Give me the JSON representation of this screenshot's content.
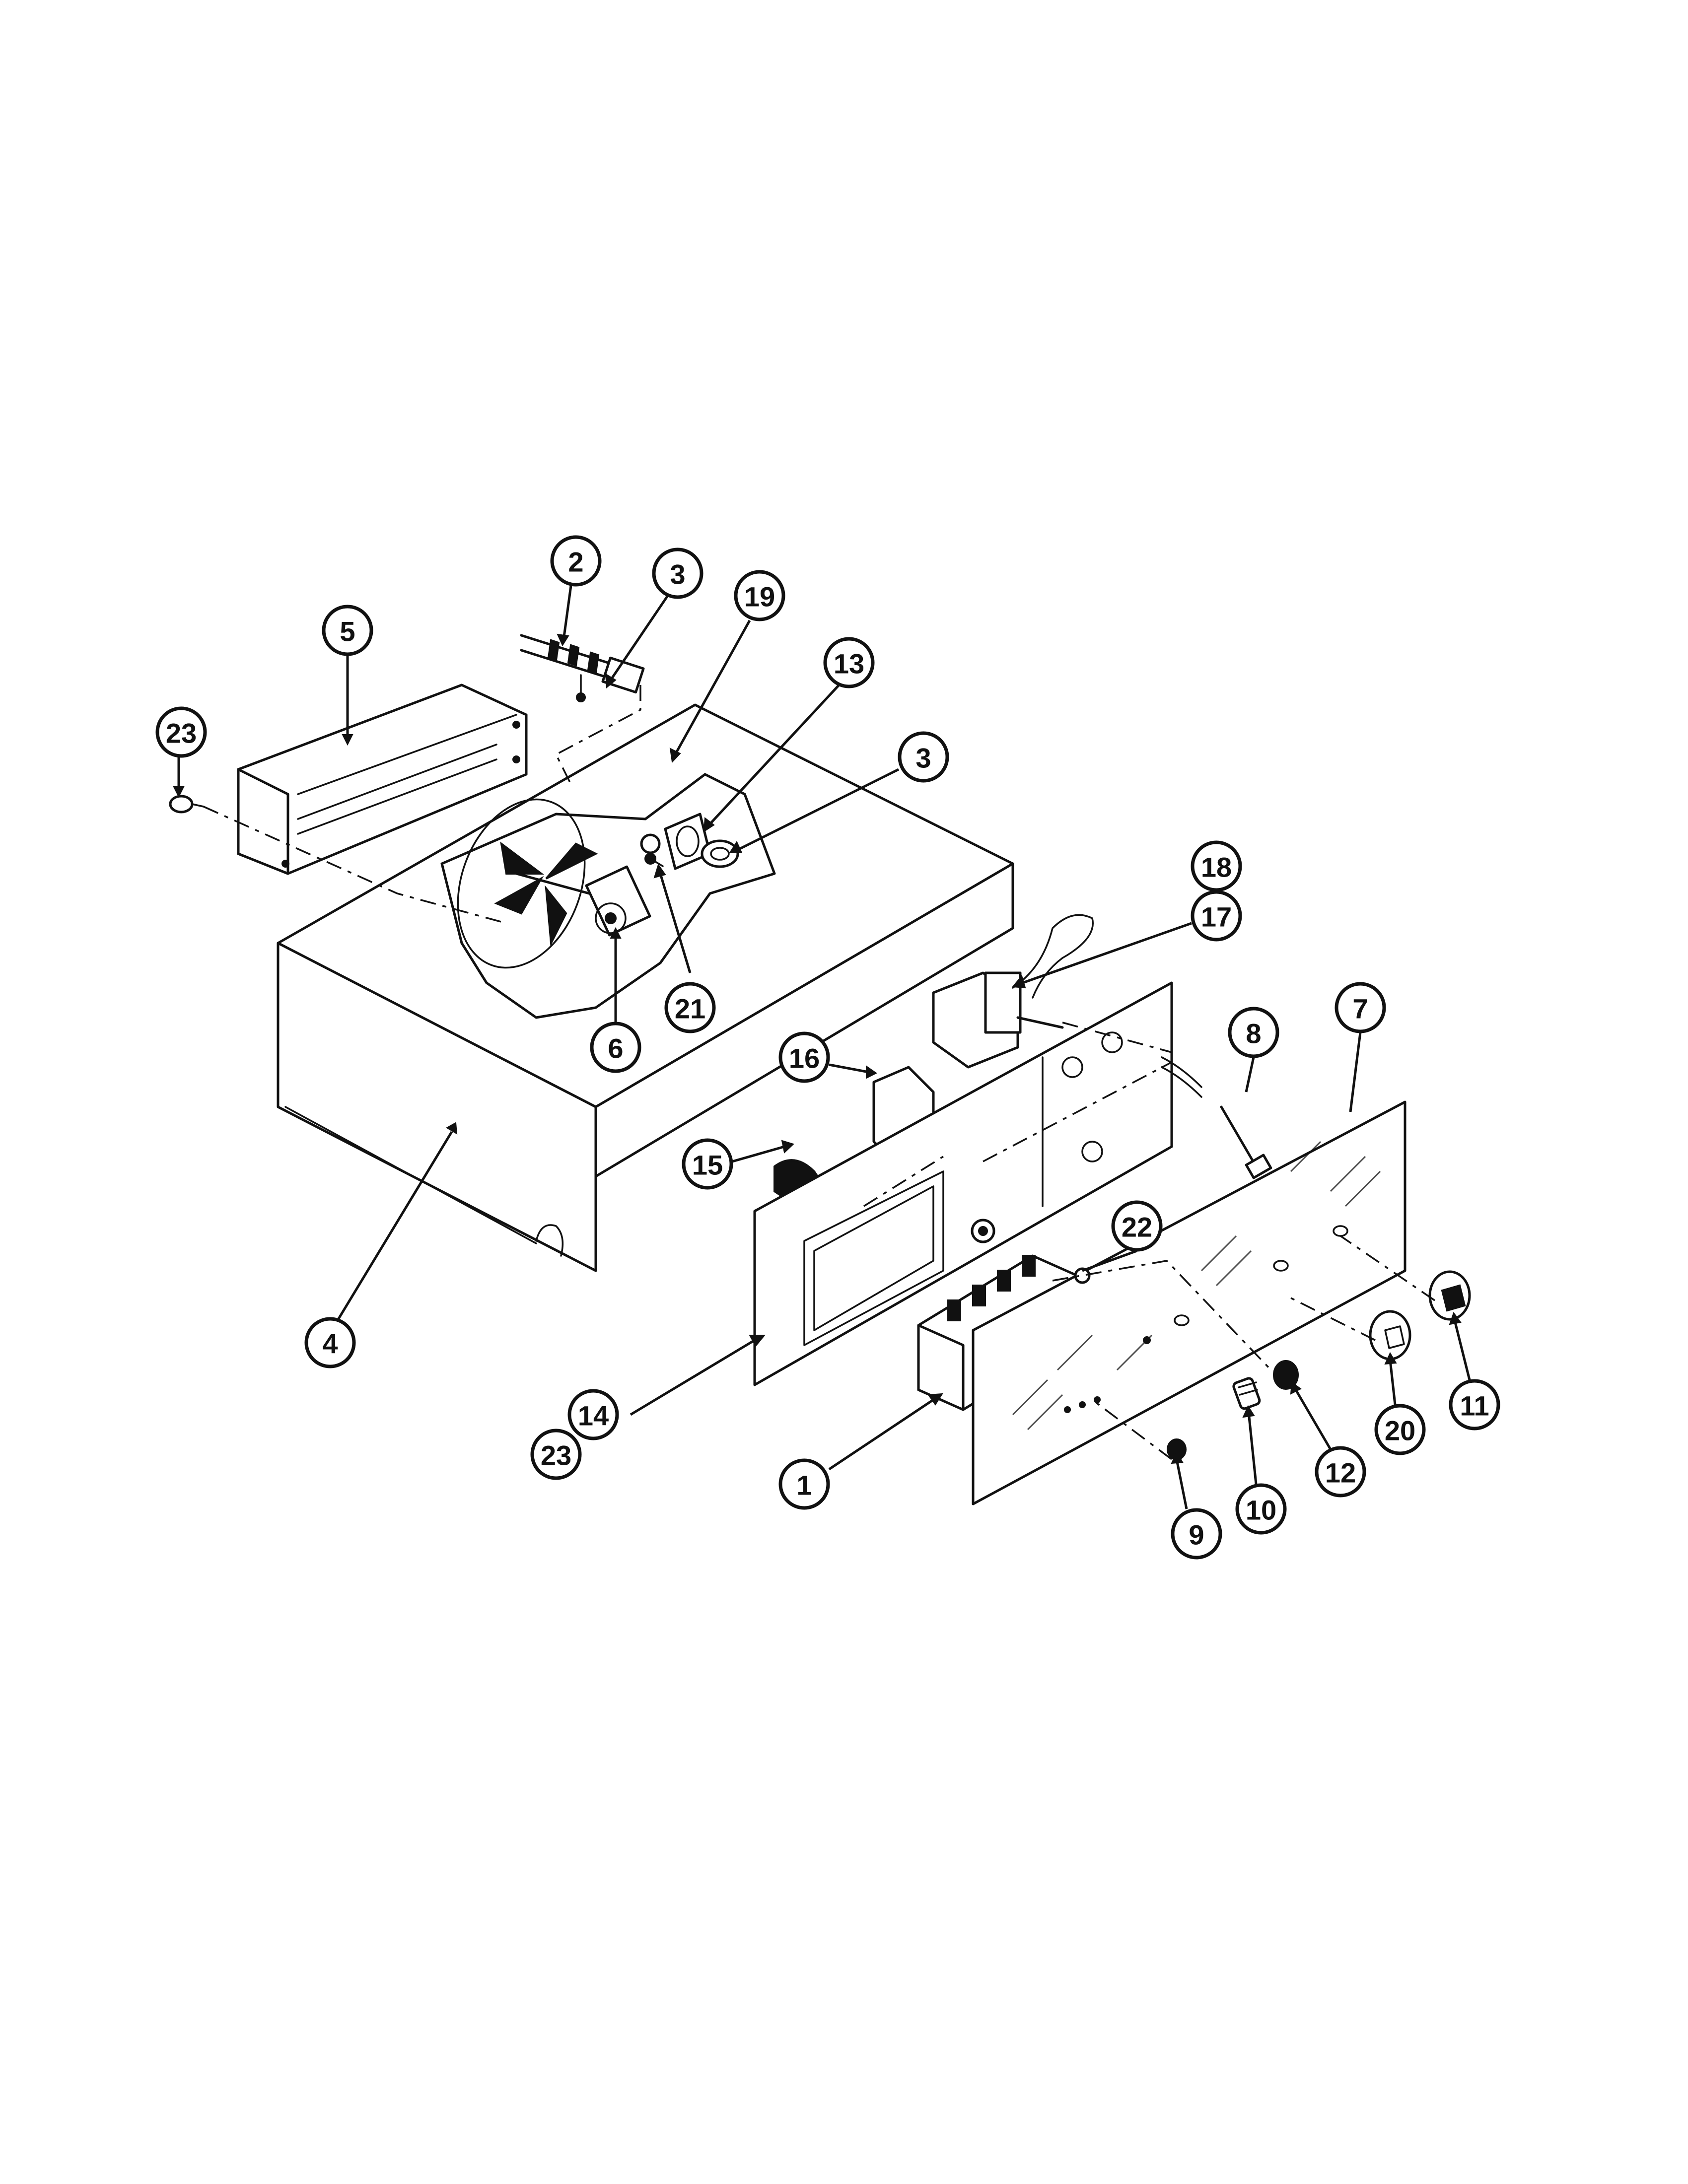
{
  "callouts": [
    {
      "id": "c23a",
      "label": "23"
    },
    {
      "id": "c5",
      "label": "5"
    },
    {
      "id": "c2",
      "label": "2"
    },
    {
      "id": "c3a",
      "label": "3"
    },
    {
      "id": "c19",
      "label": "19"
    },
    {
      "id": "c13",
      "label": "13"
    },
    {
      "id": "c3b",
      "label": "3"
    },
    {
      "id": "c18",
      "label": "18"
    },
    {
      "id": "c17",
      "label": "17"
    },
    {
      "id": "c21",
      "label": "21"
    },
    {
      "id": "c6",
      "label": "6"
    },
    {
      "id": "c8",
      "label": "8"
    },
    {
      "id": "c7",
      "label": "7"
    },
    {
      "id": "c16",
      "label": "16"
    },
    {
      "id": "c15",
      "label": "15"
    },
    {
      "id": "c4",
      "label": "4"
    },
    {
      "id": "c22",
      "label": "22"
    },
    {
      "id": "c14",
      "label": "14"
    },
    {
      "id": "c23b",
      "label": "23"
    },
    {
      "id": "c1",
      "label": "1"
    },
    {
      "id": "c10",
      "label": "10"
    },
    {
      "id": "c12",
      "label": "12"
    },
    {
      "id": "c20",
      "label": "20"
    },
    {
      "id": "c11",
      "label": "11"
    },
    {
      "id": "c9",
      "label": "9"
    }
  ]
}
